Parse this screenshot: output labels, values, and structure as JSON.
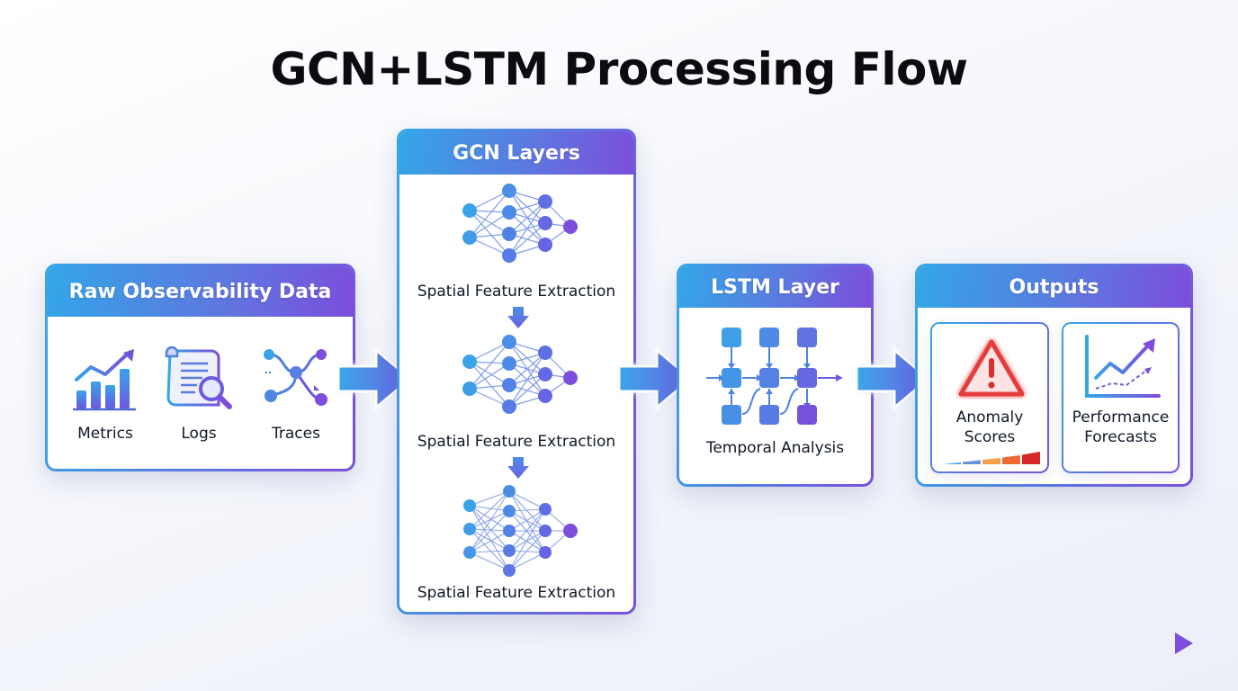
{
  "title": "GCN+LSTM Processing Flow",
  "colors": {
    "accent_start": "#33a6e7",
    "accent_end": "#7c4edb",
    "alert": "#e53e3e"
  },
  "raw_data": {
    "header": "Raw Observability Data",
    "items": [
      {
        "label": "Metrics",
        "icon": "bar-chart-icon"
      },
      {
        "label": "Logs",
        "icon": "document-search-icon"
      },
      {
        "label": "Traces",
        "icon": "trace-graph-icon"
      }
    ]
  },
  "gcn": {
    "header": "GCN Layers",
    "layers": [
      {
        "label": "Spatial Feature Extraction",
        "icon": "neural-network-icon"
      },
      {
        "label": "Spatial Feature Extraction",
        "icon": "neural-network-icon"
      },
      {
        "label": "Spatial Feature Extraction",
        "icon": "neural-network-icon"
      }
    ]
  },
  "lstm": {
    "header": "LSTM Layer",
    "label": "Temporal Analysis",
    "icon": "lstm-grid-icon"
  },
  "outputs": {
    "header": "Outputs",
    "cards": [
      {
        "label_line1": "Anomaly",
        "label_line2": "Scores",
        "icon": "warning-triangle-icon"
      },
      {
        "label_line1": "Performance",
        "label_line2": "Forecasts",
        "icon": "trend-chart-icon"
      }
    ]
  }
}
